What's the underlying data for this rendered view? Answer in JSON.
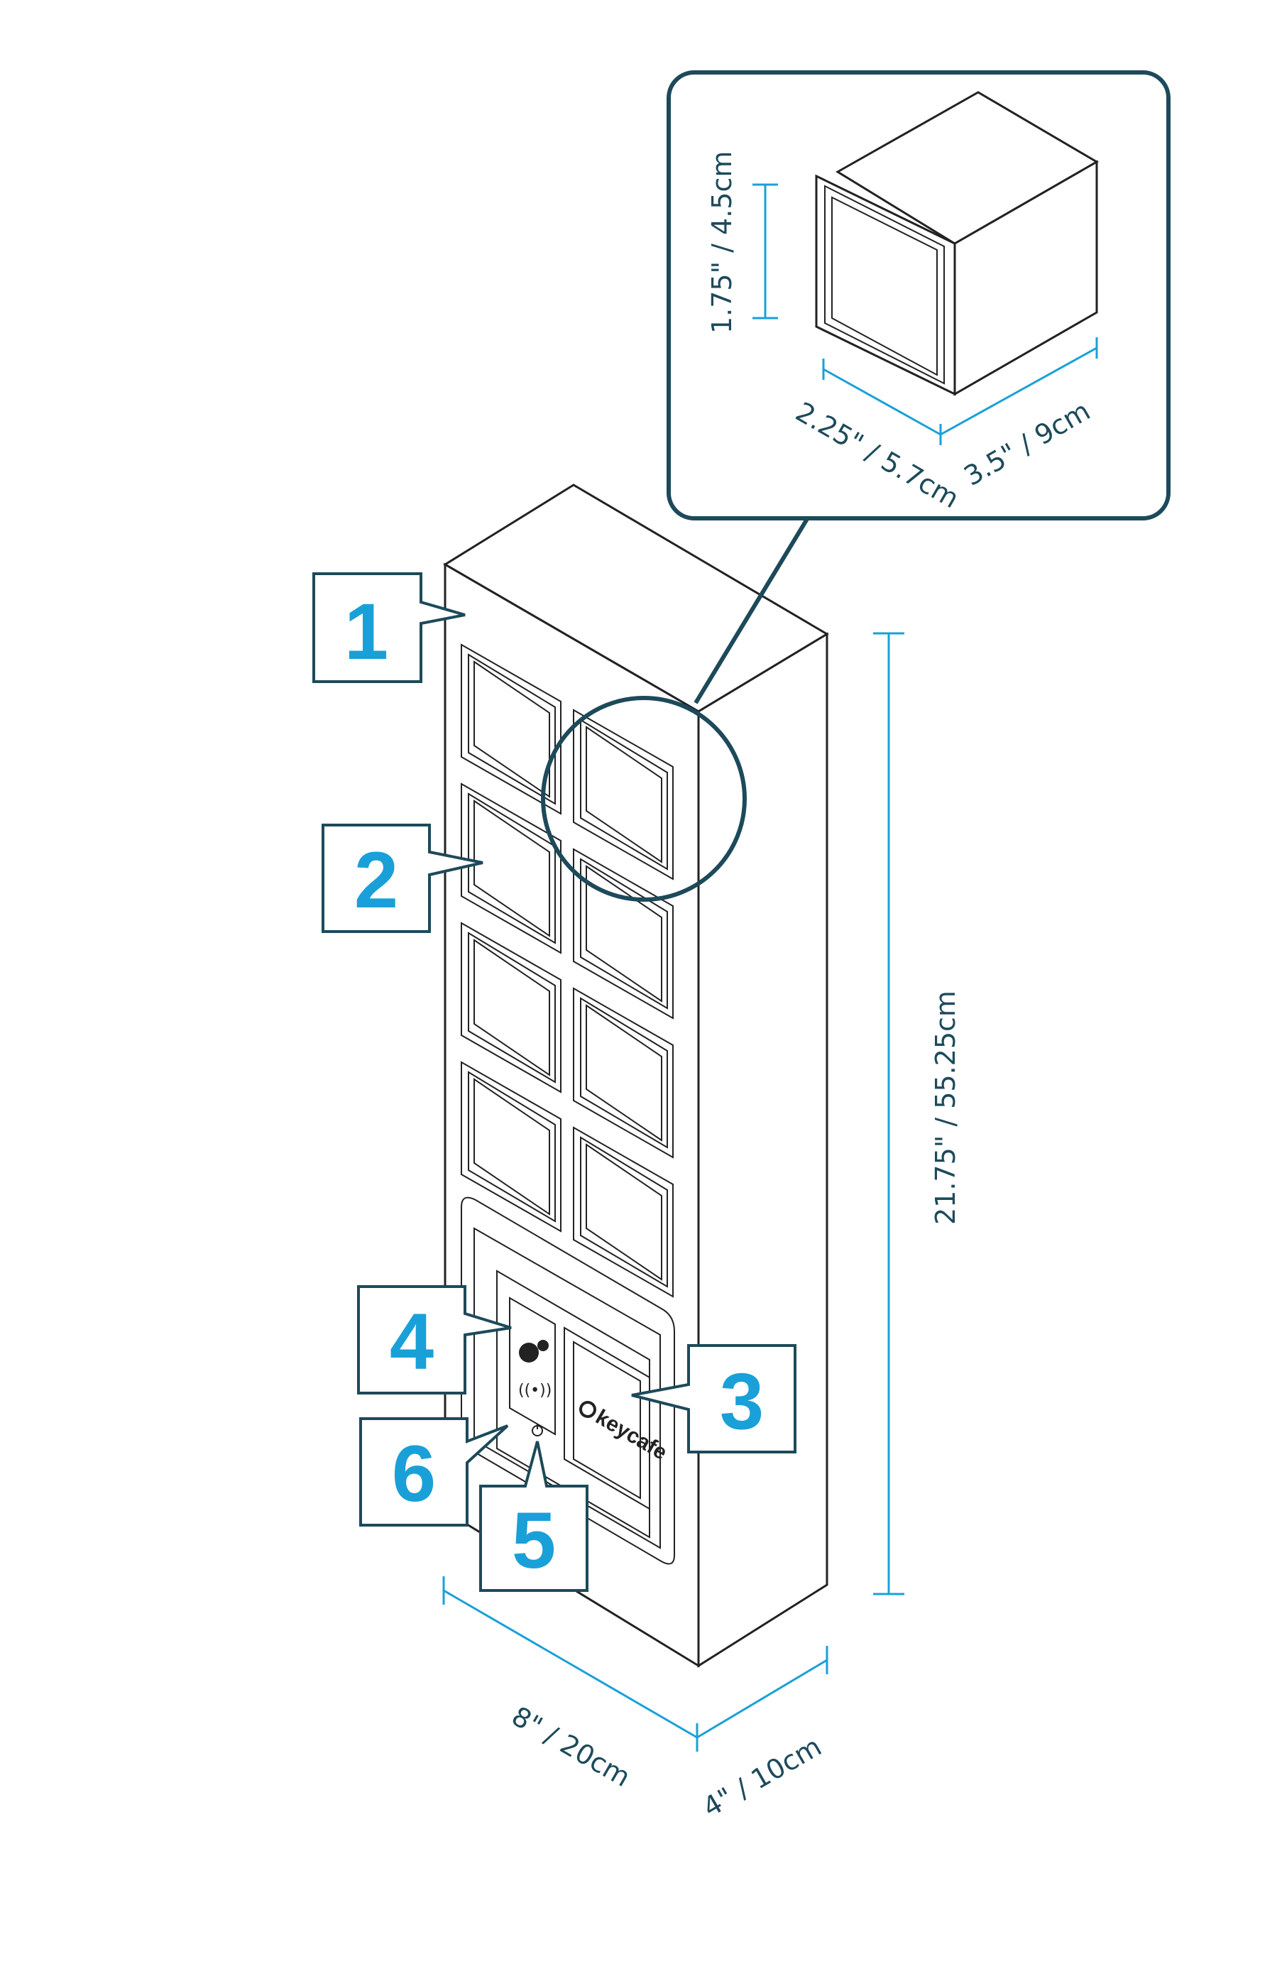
{
  "callouts": [
    "1",
    "2",
    "3",
    "4",
    "5",
    "6"
  ],
  "dimensions": {
    "height": "21.75\" / 55.25cm",
    "width": "8\" / 20cm",
    "depth": "4\" / 10cm",
    "compartment_height": "1.75\" / 4.5cm",
    "compartment_width": "2.25\" / 5.7cm",
    "compartment_depth": "3.5\" / 9cm"
  },
  "brand": {
    "logo_text": "keycafe"
  },
  "colors": {
    "accent": "#1aa0d8",
    "dark_teal": "#1d4a5a",
    "line": "#222222"
  }
}
